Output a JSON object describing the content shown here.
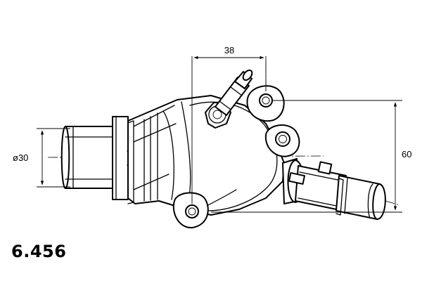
{
  "diagram": {
    "dimensions": {
      "width_top": "38",
      "height_right": "60",
      "diameter_left": "ø30"
    },
    "part_number": "6.456"
  }
}
